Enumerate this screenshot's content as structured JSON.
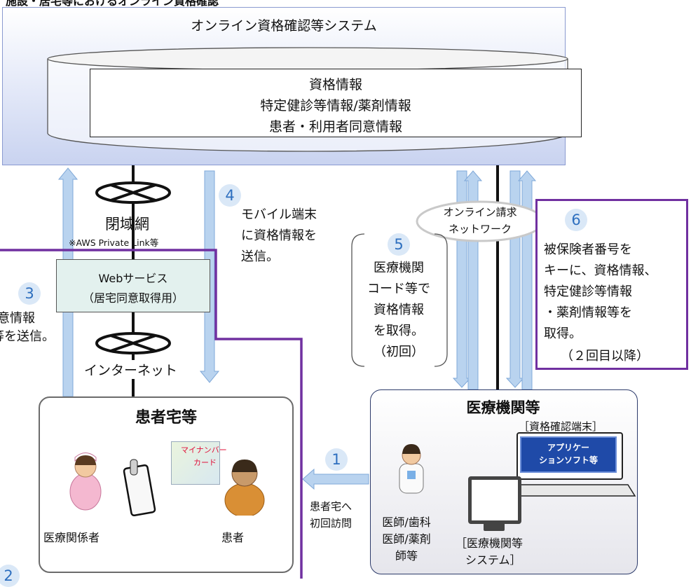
{
  "top_cut_label": "施設・居宅等におけるオンライン資格確認",
  "system": {
    "title": "オンライン資格確認等システム",
    "info_lines": [
      "資格情報",
      "特定健診等情報/薬剤情報",
      "患者・利用者同意情報"
    ]
  },
  "network": {
    "closed_label": "閉域網",
    "closed_note": "※AWS Private Link等",
    "internet_label": "インターネット",
    "online_billing_line1": "オンライン請求",
    "online_billing_line2": "ネットワーク"
  },
  "web_service": {
    "line1": "Webサービス",
    "line2": "（居宅同意取得用）"
  },
  "steps": [
    {
      "num": "1",
      "lines": [
        "患者宅へ",
        "初回訪問"
      ]
    },
    {
      "num": "2",
      "lines": []
    },
    {
      "num": "3",
      "lines": [
        "同意情報",
        "等を送信。"
      ]
    },
    {
      "num": "4",
      "lines": [
        "モバイル端末",
        "に資格情報を",
        "送信。"
      ]
    },
    {
      "num": "5",
      "lines": [
        "医療機関",
        "コード等で",
        "資格情報",
        "を取得。",
        "（初回）"
      ]
    },
    {
      "num": "6",
      "lines": [
        "被保険者番号を",
        "キーに、資格情報、",
        "特定健診等情報",
        "・薬剤情報等を",
        "取得。",
        "（２回目以降）"
      ]
    }
  ],
  "patient_home": {
    "title": "患者宅等",
    "card_line1": "マイナンバー",
    "card_line2": "カード",
    "staff_label": "医療関係者",
    "patient_label": "患者"
  },
  "medical_institution": {
    "title": "医療機関等",
    "terminal_label": "［資格確認端末］",
    "app_line1": "アプリケー",
    "app_line2": "ションソフト等",
    "doctor_lines": [
      "医師/歯科",
      "医師/薬剤",
      "師等"
    ],
    "system_line1": "［医療機関等",
    "system_line2": "システム］"
  },
  "colors": {
    "accent_purple": "#7030a0",
    "number_blue": "#2e6fbf",
    "arrow_blue": "#b9d3ef"
  }
}
